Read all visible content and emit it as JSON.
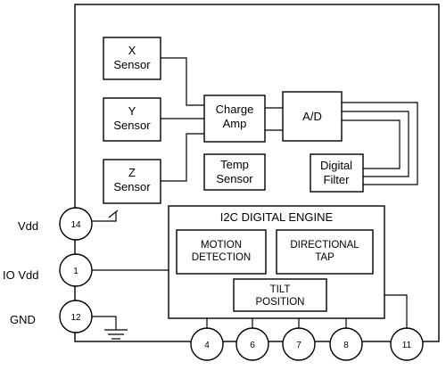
{
  "blocks": {
    "x_sensor": [
      "X",
      "Sensor"
    ],
    "y_sensor": [
      "Y",
      "Sensor"
    ],
    "z_sensor": [
      "Z",
      "Sensor"
    ],
    "charge_amp": [
      "Charge",
      "Amp"
    ],
    "ad": [
      "A/D"
    ],
    "temp_sensor": [
      "Temp",
      "Sensor"
    ],
    "digital_filter": [
      "Digital",
      "Filter"
    ],
    "engine_title": "I2C DIGITAL ENGINE",
    "motion_detection": [
      "MOTION",
      "DETECTION"
    ],
    "directional_tap": [
      "DIRECTIONAL",
      "TAP"
    ],
    "tilt_position": [
      "TILT",
      "POSITION"
    ]
  },
  "pins": {
    "vdd": {
      "number": "14",
      "label": "Vdd"
    },
    "io_vdd": {
      "number": "1",
      "label": "IO Vdd"
    },
    "gnd": {
      "number": "12",
      "label": "GND"
    },
    "bottom": [
      "4",
      "6",
      "7",
      "8",
      "11"
    ]
  }
}
